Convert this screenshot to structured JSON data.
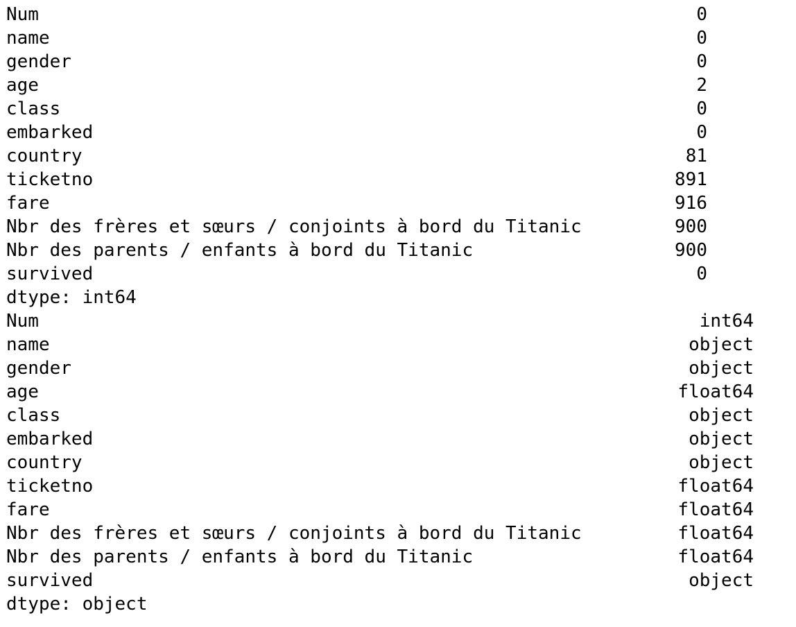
{
  "series_blocks": [
    {
      "rows": [
        {
          "label": "Num",
          "value": "0"
        },
        {
          "label": "name",
          "value": "0"
        },
        {
          "label": "gender",
          "value": "0"
        },
        {
          "label": "age",
          "value": "2"
        },
        {
          "label": "class",
          "value": "0"
        },
        {
          "label": "embarked",
          "value": "0"
        },
        {
          "label": "country",
          "value": "81"
        },
        {
          "label": "ticketno",
          "value": "891"
        },
        {
          "label": "fare",
          "value": "916"
        },
        {
          "label": "Nbr des frères et sœurs / conjoints à bord du Titanic",
          "value": "900"
        },
        {
          "label": "Nbr des parents / enfants à bord du Titanic",
          "value": "900"
        },
        {
          "label": "survived",
          "value": "0"
        }
      ],
      "dtype_line": "dtype: int64"
    },
    {
      "rows": [
        {
          "label": "Num",
          "value": "int64"
        },
        {
          "label": "name",
          "value": "object"
        },
        {
          "label": "gender",
          "value": "object"
        },
        {
          "label": "age",
          "value": "float64"
        },
        {
          "label": "class",
          "value": "object"
        },
        {
          "label": "embarked",
          "value": "object"
        },
        {
          "label": "country",
          "value": "object"
        },
        {
          "label": "ticketno",
          "value": "float64"
        },
        {
          "label": "fare",
          "value": "float64"
        },
        {
          "label": "Nbr des frères et sœurs / conjoints à bord du Titanic",
          "value": "float64"
        },
        {
          "label": "Nbr des parents / enfants à bord du Titanic",
          "value": "float64"
        },
        {
          "label": "survived",
          "value": "object"
        }
      ],
      "dtype_line": "dtype: object"
    }
  ]
}
